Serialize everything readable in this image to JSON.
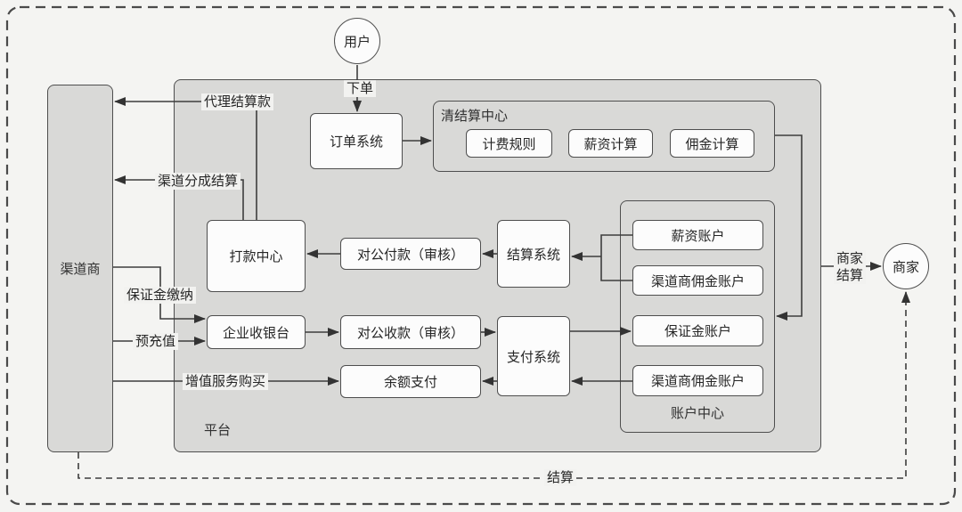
{
  "colors": {
    "canvas_bg": "#f4f4f2",
    "container_fill": "#d9d9d7",
    "node_fill": "#fcfcfc",
    "border": "#4e4e4e",
    "line": "#3d3d3d",
    "text": "#262626",
    "chip_bg": "#f2f2f0"
  },
  "actors": {
    "user": "用户",
    "merchant": "商家"
  },
  "containers": {
    "channel": "渠道商",
    "platform": "平台",
    "clearing_center": "清结算中心",
    "account_center": "账户中心"
  },
  "nodes": {
    "order_system": "订单系统",
    "billing_rules": "计费规则",
    "salary_calc": "薪资计算",
    "commission_calc": "佣金计算",
    "payout_center": "打款中心",
    "corporate_payout_review": "对公付款（审核）",
    "settlement_system": "结算系统",
    "salary_account": "薪资账户",
    "channel_commission_account_top": "渠道商佣金账户",
    "deposit_account": "保证金账户",
    "channel_commission_account_bottom": "渠道商佣金账户",
    "enterprise_cashier": "企业收银台",
    "corporate_receipt_review": "对公收款（审核）",
    "payment_system": "支付系统",
    "balance_payment": "余额支付"
  },
  "edge_labels": {
    "place_order": "下单",
    "agent_settlement": "代理结算款",
    "channel_share_settlement": "渠道分成结算",
    "deposit_payment": "保证金缴纳",
    "prepaid_recharge": "预充值",
    "value_added_purchase": "增值服务购买",
    "merchant_settlement_line1": "商家",
    "merchant_settlement_line2": "结算",
    "settlement": "结算"
  }
}
